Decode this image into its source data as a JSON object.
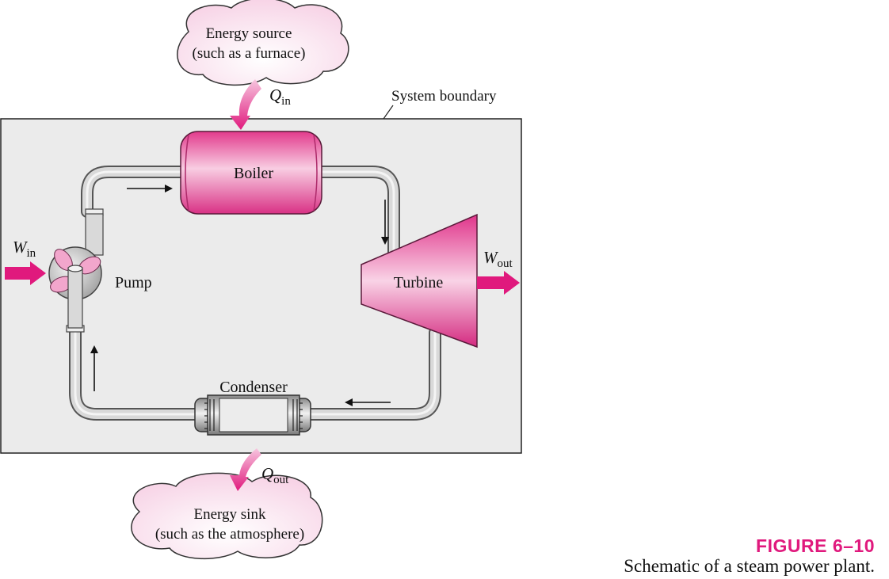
{
  "figure": {
    "number": "FIGURE 6–10",
    "caption": "Schematic of a steam power plant."
  },
  "labels": {
    "energy_source_line1": "Energy source",
    "energy_source_line2": "(such as a furnace)",
    "energy_sink_line1": "Energy sink",
    "energy_sink_line2": "(such as the atmosphere)",
    "system_boundary": "System boundary",
    "boiler": "Boiler",
    "turbine": "Turbine",
    "pump": "Pump",
    "condenser": "Condenser"
  },
  "symbols": {
    "q_in": {
      "main": "Q",
      "sub": "in"
    },
    "q_out": {
      "main": "Q",
      "sub": "out"
    },
    "w_in": {
      "main": "W",
      "sub": "in"
    },
    "w_out": {
      "main": "W",
      "sub": "out"
    }
  },
  "colors": {
    "accent": "#e0197d",
    "component_light": "#f7c6df",
    "component_dark": "#d63c8c",
    "boundary_fill": "#ebebeb",
    "pipe": "#c9c9c9"
  }
}
